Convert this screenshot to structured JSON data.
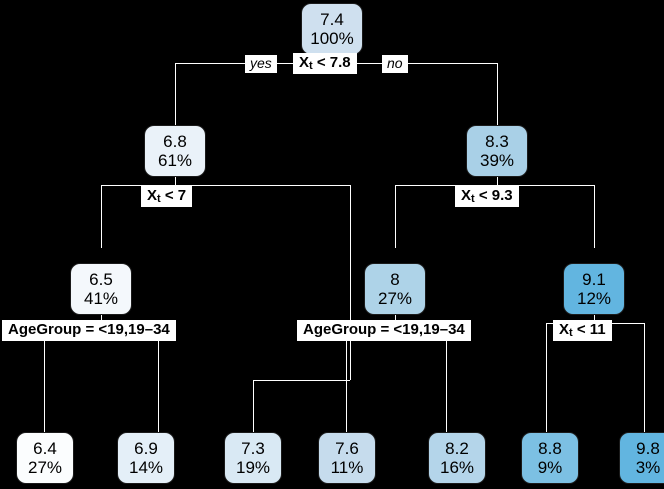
{
  "chart_data": {
    "type": "diagram",
    "title": "",
    "background": "#000000",
    "palette": {
      "lightest": "#fbfdfe",
      "light": "#eaf2f9",
      "mid": "#cfe0ef",
      "dark": "#aed3e8",
      "darkest": "#62b5e0",
      "link": "#ffffff",
      "label_bg": "#ffffff",
      "text": "#000000"
    },
    "edge_labels": {
      "yes": "yes",
      "no": "no"
    },
    "nodes": [
      {
        "id": "n1",
        "value": "7.4",
        "percent": "100%",
        "split": "X",
        "split_sub": "t",
        "split_rest": " < 7.8",
        "fill": "#cfe0ef",
        "depth": 0
      },
      {
        "id": "n2",
        "value": "6.8",
        "percent": "61%",
        "split": "X",
        "split_sub": "t",
        "split_rest": " < 7",
        "fill": "#eaf2f9",
        "depth": 1
      },
      {
        "id": "n3",
        "value": "8.3",
        "percent": "39%",
        "split": "X",
        "split_sub": "t",
        "split_rest": " < 9.3",
        "fill": "#a9d0e7",
        "depth": 1
      },
      {
        "id": "n4",
        "value": "6.5",
        "percent": "41%",
        "split": "AgeGroup = <19,19–34",
        "fill": "#f4f8fc",
        "depth": 2
      },
      {
        "id": "n5",
        "value": "8",
        "percent": "27%",
        "split": "AgeGroup = <19,19–34",
        "fill": "#aed3e8",
        "depth": 2
      },
      {
        "id": "n6",
        "value": "9.1",
        "percent": "12%",
        "split": "X",
        "split_sub": "t",
        "split_rest": " < 11",
        "fill": "#62b5e0",
        "depth": 2
      }
    ],
    "leaves": [
      {
        "id": "l1",
        "value": "6.4",
        "percent": "27%",
        "fill": "#fbfdfe"
      },
      {
        "id": "l2",
        "value": "6.9",
        "percent": "14%",
        "fill": "#e4eff8"
      },
      {
        "id": "l3",
        "value": "7.3",
        "percent": "19%",
        "fill": "#d9e9f4"
      },
      {
        "id": "l4",
        "value": "7.6",
        "percent": "11%",
        "fill": "#c6dced"
      },
      {
        "id": "l5",
        "value": "8.2",
        "percent": "16%",
        "fill": "#b4d5ea"
      },
      {
        "id": "l6",
        "value": "8.8",
        "percent": "9%",
        "fill": "#7cc0e3"
      },
      {
        "id": "l7",
        "value": "9.8",
        "percent": "3%",
        "fill": "#62b5e0"
      }
    ],
    "splits": [
      {
        "id": "s1",
        "text": "X_t < 7.8",
        "node": "n1"
      },
      {
        "id": "s2",
        "text": "X_t < 7",
        "node": "n2"
      },
      {
        "id": "s3",
        "text": "X_t < 9.3",
        "node": "n3"
      },
      {
        "id": "s4",
        "text": "AgeGroup = <19,19–34",
        "node": "n4"
      },
      {
        "id": "s5",
        "text": "AgeGroup = <19,19–34",
        "node": "n5"
      },
      {
        "id": "s6",
        "text": "X_t < 11",
        "node": "n6"
      }
    ]
  },
  "root": {
    "value": "7.4",
    "percent": "100%"
  },
  "split_root": {
    "var": "X",
    "sub": "t",
    "rest": " < 7.8"
  },
  "edge": {
    "yes": "yes",
    "no": "no"
  },
  "n2": {
    "value": "6.8",
    "percent": "61%"
  },
  "split_n2": {
    "var": "X",
    "sub": "t",
    "rest": " < 7"
  },
  "n3": {
    "value": "8.3",
    "percent": "39%"
  },
  "split_n3": {
    "var": "X",
    "sub": "t",
    "rest": " < 9.3"
  },
  "n4": {
    "value": "6.5",
    "percent": "41%"
  },
  "split_n4": {
    "text": "AgeGroup = <19,19–34"
  },
  "n5": {
    "value": "8",
    "percent": "27%"
  },
  "split_n5": {
    "text": "AgeGroup = <19,19–34"
  },
  "n6": {
    "value": "9.1",
    "percent": "12%"
  },
  "split_n6": {
    "var": "X",
    "sub": "t",
    "rest": " < 11"
  },
  "l1": {
    "value": "6.4",
    "percent": "27%"
  },
  "l2": {
    "value": "6.9",
    "percent": "14%"
  },
  "l3": {
    "value": "7.3",
    "percent": "19%"
  },
  "l4": {
    "value": "7.6",
    "percent": "11%"
  },
  "l5": {
    "value": "8.2",
    "percent": "16%"
  },
  "l6": {
    "value": "8.8",
    "percent": "9%"
  },
  "l7": {
    "value": "9.8",
    "percent": "3%"
  }
}
